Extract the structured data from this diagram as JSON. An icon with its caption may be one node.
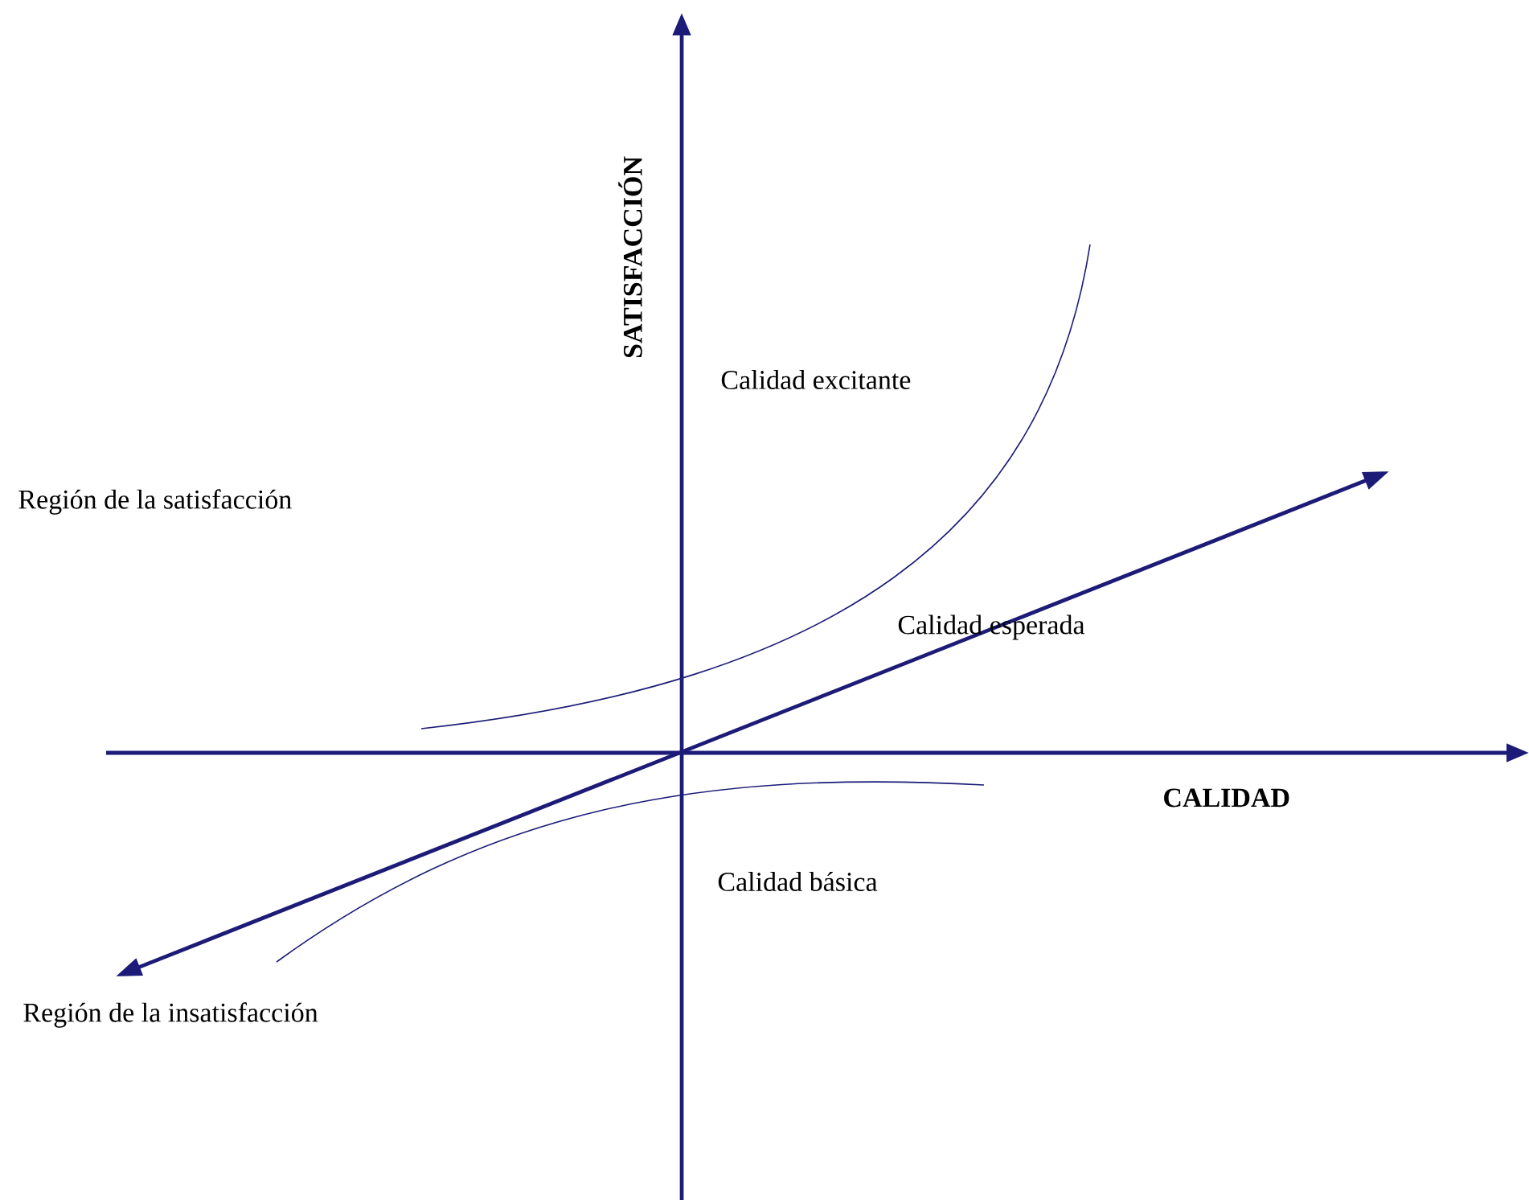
{
  "diagram": {
    "labels": [
      "SATISFACCIÓN",
      "Calidad excitante",
      "Región de la satisfacción",
      "Calidad esperada",
      "CALIDAD",
      "Calidad básica",
      "Región de la insatisfacción"
    ]
  }
}
